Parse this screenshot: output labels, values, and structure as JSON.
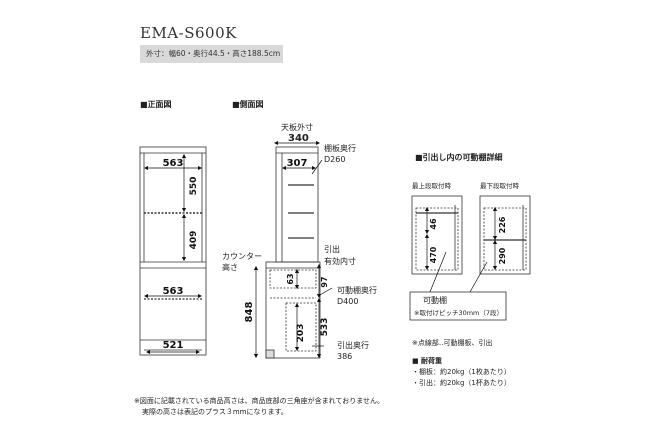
{
  "model": "EMA-S600K",
  "spec": "外寸：幅60・奥行44.5・高さ188.5cm",
  "front_view": {
    "heading": "■正面図",
    "dim_top_width": "563",
    "dim_upper_height": "550",
    "dim_lower_height": "409",
    "dim_drawer_width": "563",
    "dim_bottom_width": "521"
  },
  "side_view": {
    "heading": "■側面図",
    "top_board_label": "天板外寸",
    "top_board_value": "340",
    "shelf_depth_dim": "307",
    "shelf_depth_label": "棚板奥行",
    "shelf_depth_value": "D260",
    "counter_label": "カウンター",
    "counter_label2": "高さ",
    "counter_height": "848",
    "drawer_inner_label": "引出",
    "drawer_inner_label2": "有効内寸",
    "drawer_inner_63": "63",
    "drawer_inner_97": "97",
    "movable_shelf_label": "可動棚奥行",
    "movable_shelf_value": "D400",
    "lower_height": "533",
    "drawer_height": "203",
    "drawer_depth_label": "引出奥行",
    "drawer_depth_value": "386"
  },
  "drawer_detail": {
    "heading": "■引出し内の可動棚詳細",
    "top_label": "最上段取付時",
    "bottom_label": "最下段取付時",
    "top_dim_46": "46",
    "top_dim_470": "470",
    "bottom_dim_226": "226",
    "bottom_dim_290": "290",
    "shelf_box_title": "可動棚",
    "shelf_box_note": "※取付けピッチ30mm（7段）",
    "dotted_note": "※点線部‥可動棚板、引出"
  },
  "load": {
    "heading": "■ 耐荷重",
    "shelf": "・棚板：約20kg（1枚あたり）",
    "drawer": "・引出：約20kg（1杯あたり）"
  },
  "footnote_1": "※図面に記載されている商品高さは、商品底部の三角座が含まれておりません。",
  "footnote_2": "実際の高さは表記のプラス３mmになります。"
}
